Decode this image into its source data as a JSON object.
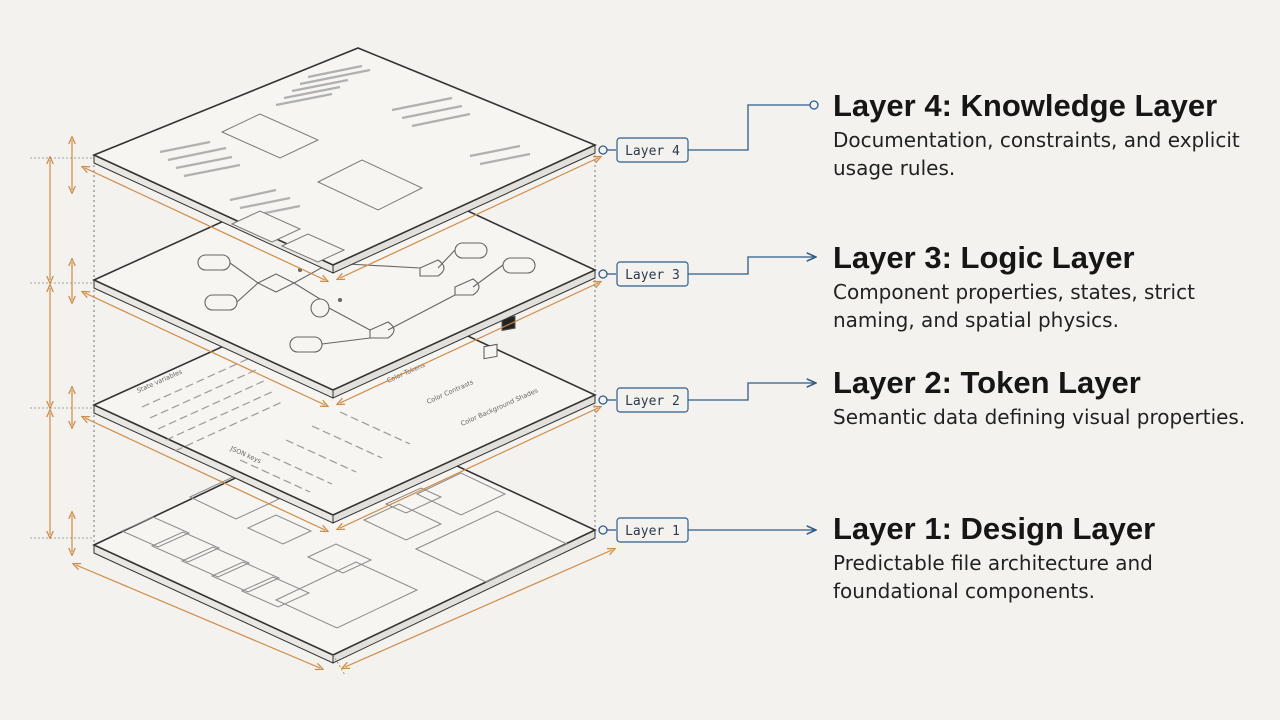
{
  "layers": [
    {
      "tag": "Layer 4",
      "title": "Layer 4: Knowledge Layer",
      "description": "Documentation, constraints, and explicit usage rules."
    },
    {
      "tag": "Layer 3",
      "title": "Layer 3: Logic Layer",
      "description": "Component properties, states, strict naming, and spatial physics."
    },
    {
      "tag": "Layer 2",
      "title": "Layer 2: Token Layer",
      "description": "Semantic data defining visual properties."
    },
    {
      "tag": "Layer 1",
      "title": "Layer 1: Design Layer",
      "description": "Predictable file architecture and foundational components."
    }
  ],
  "token_layer": {
    "section_labels": [
      "State variables",
      "JSON keys",
      "Color Tokens",
      "Color Contrasts",
      "Color Background Shades"
    ]
  },
  "colors": {
    "background": "#f3f2ee",
    "dimension": "#d08a45",
    "connector": "#2f5d8a",
    "outline": "#3a3a3a"
  }
}
